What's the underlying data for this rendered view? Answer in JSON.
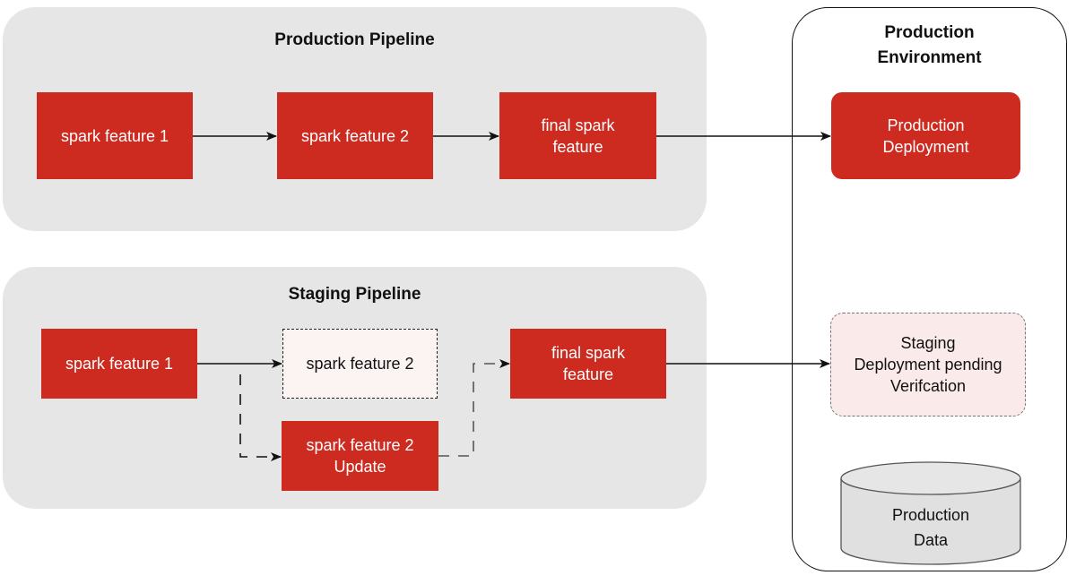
{
  "production_pipeline": {
    "title": "Production Pipeline",
    "nodes": [
      "spark feature 1",
      "spark feature 2",
      "final spark\nfeature"
    ]
  },
  "staging_pipeline": {
    "title": "Staging Pipeline",
    "nodes": [
      "spark feature 1",
      "spark feature 2",
      "spark feature 2\nUpdate",
      "final spark\nfeature"
    ]
  },
  "production_environment": {
    "title": "Production\nEnvironment",
    "production_deployment": "Production\nDeployment",
    "staging_deployment": "Staging\nDeployment pending\nVerifcation",
    "database": "Production\nData"
  },
  "colors": {
    "node_red": "#cd2a20",
    "panel_gray": "#e6e6e6",
    "pending_fill": "#fbeaea"
  }
}
